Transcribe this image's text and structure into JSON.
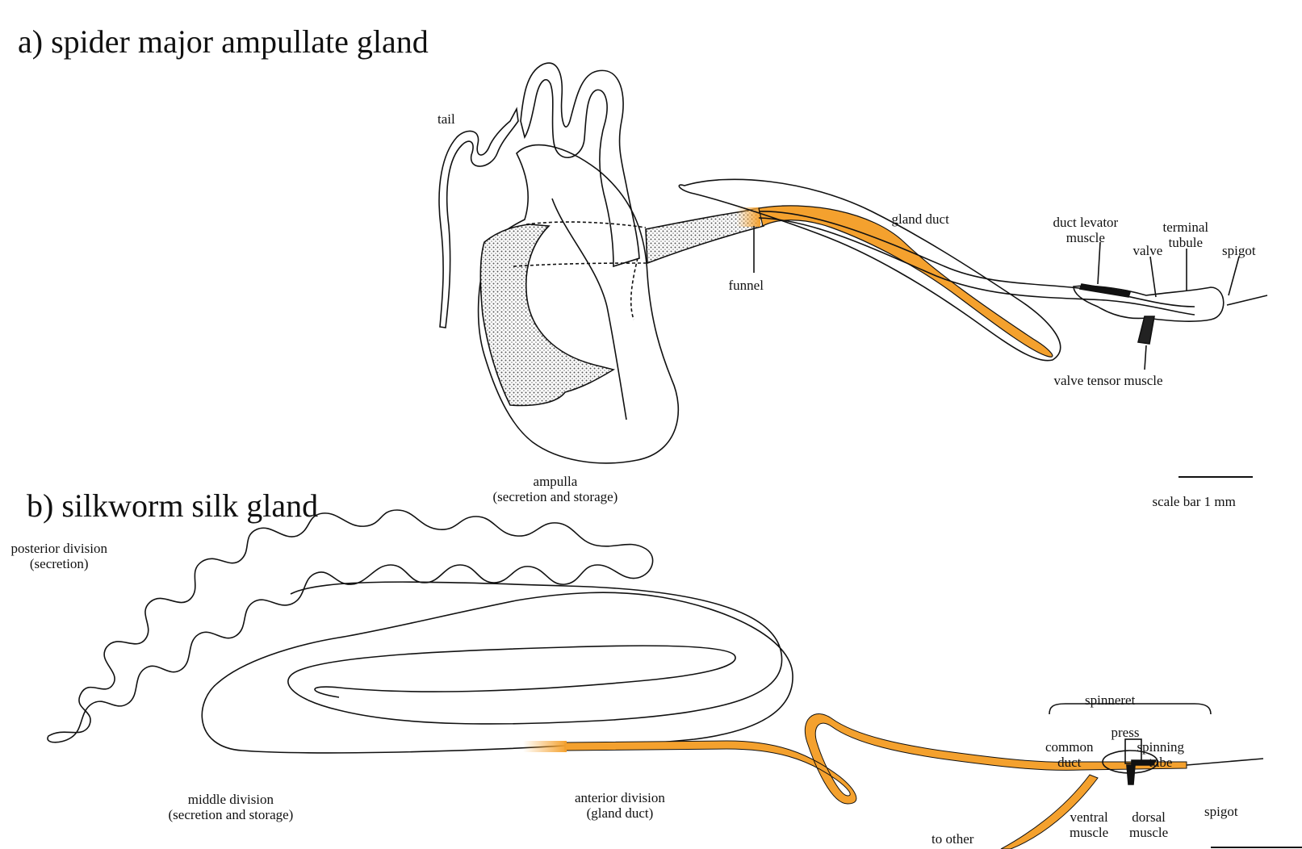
{
  "panel_a": {
    "title": "a) spider major ampullate gland",
    "labels": {
      "tail": "tail",
      "gland_duct": "gland duct",
      "duct_levator_1": "duct levator",
      "duct_levator_2": "muscle",
      "terminal_1": "terminal",
      "terminal_2": "tubule",
      "valve": "valve",
      "spigot": "spigot",
      "funnel": "funnel",
      "valve_tensor": "valve tensor muscle",
      "ampulla_1": "ampulla",
      "ampulla_2": "(secretion and storage)",
      "scale_bar": "scale bar 1 mm"
    }
  },
  "panel_b": {
    "title": "b) silkworm silk gland",
    "labels": {
      "posterior_1": "posterior division",
      "posterior_2": "(secretion)",
      "middle_1": "middle division",
      "middle_2": "(secretion and storage)",
      "anterior_1": "anterior division",
      "anterior_2": "(gland duct)",
      "spinneret": "spinneret",
      "press": "press",
      "common_1": "common",
      "common_2": "duct",
      "spinning_1": "spinning",
      "spinning_2": "tube",
      "spigot": "spigot",
      "ventral_1": "ventral",
      "ventral_2": "muscle",
      "dorsal_1": "dorsal",
      "dorsal_2": "muscle",
      "to_other": "to other"
    }
  },
  "colors": {
    "duct_fill": "#f4a12e",
    "outline": "#111111",
    "stipple": "#9a9a9a"
  }
}
